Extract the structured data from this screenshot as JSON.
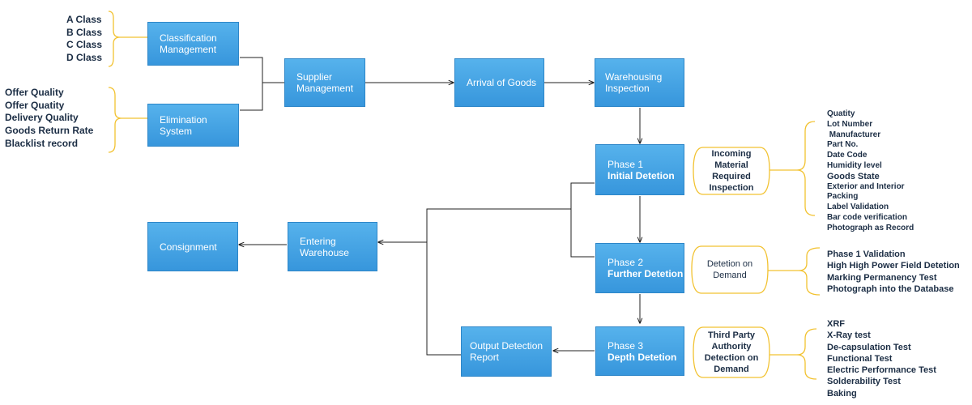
{
  "boxes": {
    "classification": {
      "line1": "Classification",
      "line2": "Management"
    },
    "elimination": {
      "line1": "Elimination",
      "line2": "System"
    },
    "supplier": {
      "line1": "Supplier",
      "line2": "Management"
    },
    "arrival": {
      "line1": "Arrival of Goods"
    },
    "warehousing": {
      "line1": "Warehousing",
      "line2": "Inspection"
    },
    "phase1": {
      "line1": "Phase 1",
      "line2": "Initial Detetion"
    },
    "phase2": {
      "line1": "Phase 2",
      "line2": "Further Detetion"
    },
    "phase3": {
      "line1": "Phase 3",
      "line2": "Depth Detetion"
    },
    "consignment": {
      "line1": "Consignment"
    },
    "entering": {
      "line1": "Entering",
      "line2": "Warehouse"
    },
    "output": {
      "line1": "Output Detection",
      "line2": "Report"
    }
  },
  "class_list": [
    "A Class",
    "B Class",
    "C Class",
    "D Class"
  ],
  "elimination_list": [
    "Offer Quality",
    "Offer Quatity",
    "Delivery Quality",
    "Goods Return Rate",
    "Blacklist record"
  ],
  "notes": {
    "phase1": [
      "Incoming",
      "Material",
      "Required",
      "Inspection"
    ],
    "phase2": [
      "Detetion on",
      "Demand"
    ],
    "phase3": [
      "Third Party",
      "Authority",
      "Detection on",
      "Demand"
    ]
  },
  "phase1_items": [
    "Quatity",
    "Lot Number",
    " Manufacturer",
    "Part No.",
    "Date Code",
    "Humidity level",
    "Goods State",
    "Exterior and Interior",
    "Packing",
    "Label Validation",
    "Bar code verification",
    "Photograph as Record"
  ],
  "phase2_items": [
    "Phase 1 Validation",
    "High High Power Field Detetion",
    "Marking Permanency Test",
    "Photograph into the Database"
  ],
  "phase3_items": [
    "XRF",
    "X-Ray test",
    "De-capsulation Test",
    "Functional Test",
    "Electric Performance Test",
    "Solderability Test",
    "Baking"
  ],
  "colors": {
    "box": "#3a9ade",
    "bracket": "#f2c230",
    "connector": "#222222",
    "text": "#1c2e45"
  }
}
